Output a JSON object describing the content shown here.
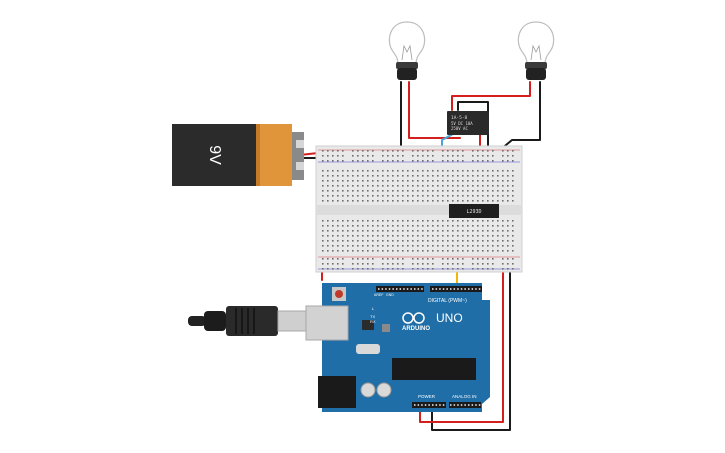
{
  "battery": {
    "label": "9V"
  },
  "relay": {
    "line1": "1A-5-8",
    "line2": "5V DC 10A",
    "line3": "250V AC"
  },
  "chip": {
    "label": "L293D"
  },
  "arduino": {
    "brand": "ARDUINO",
    "model": "UNO",
    "digital_header": "DIGITAL (PWM~)",
    "power_header": "POWER",
    "analog_header": "ANALOG IN",
    "led_l": "L",
    "led_tx": "TX",
    "led_rx": "RX",
    "aref": "AREF",
    "gnd": "GND"
  },
  "colors": {
    "wire_red": "#d41f1f",
    "wire_black": "#1a1a1a",
    "wire_blue": "#4aa6d9",
    "wire_yellow": "#f2b705",
    "board_blue": "#1f6ea8",
    "breadboard": "#e9e9e9"
  }
}
